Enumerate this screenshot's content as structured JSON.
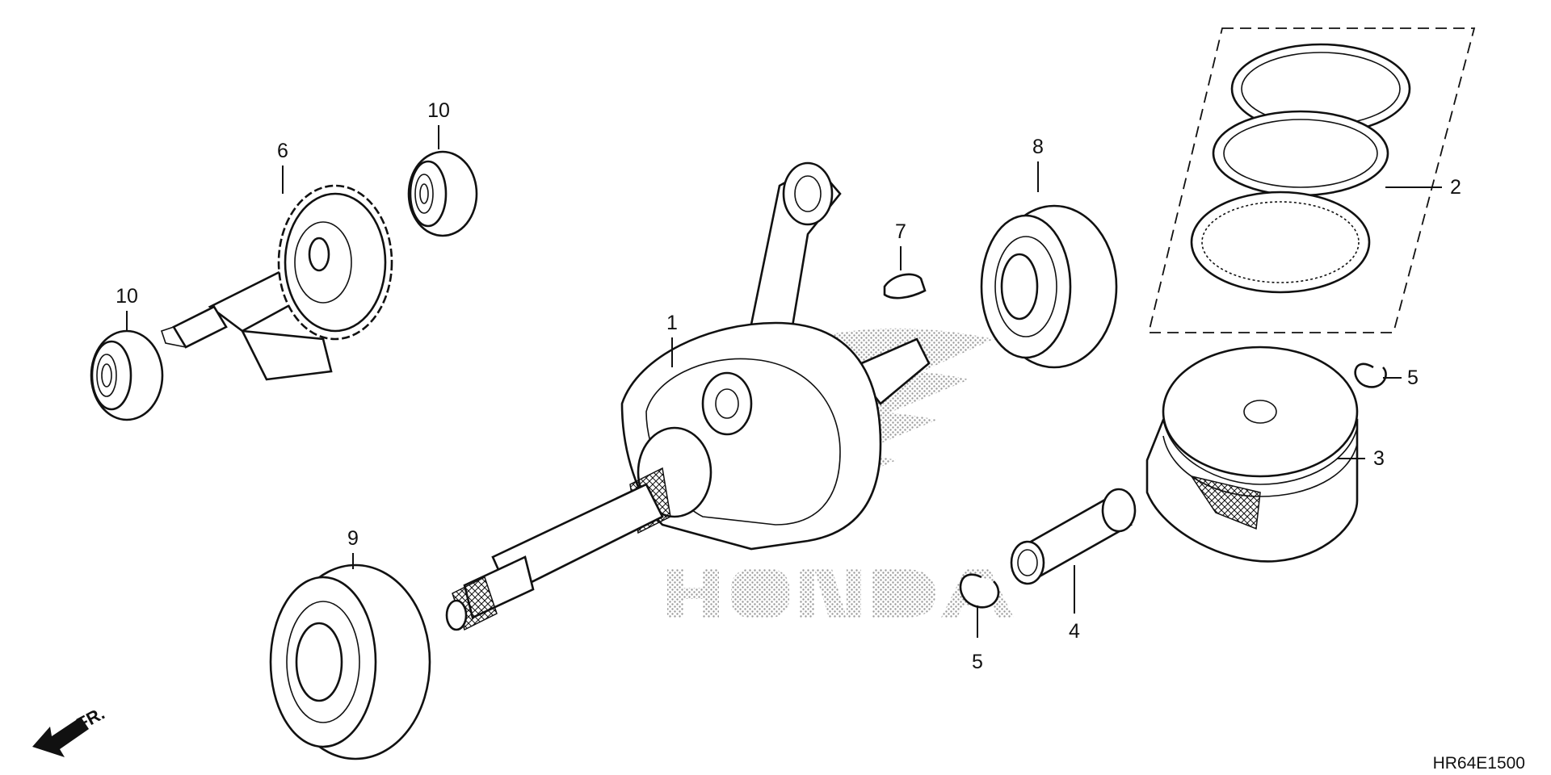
{
  "diagram": {
    "callouts": [
      {
        "id": "c1",
        "label": "1"
      },
      {
        "id": "c2",
        "label": "2"
      },
      {
        "id": "c3",
        "label": "3"
      },
      {
        "id": "c4",
        "label": "4"
      },
      {
        "id": "c5a",
        "label": "5"
      },
      {
        "id": "c5b",
        "label": "5"
      },
      {
        "id": "c6",
        "label": "6"
      },
      {
        "id": "c7",
        "label": "7"
      },
      {
        "id": "c8",
        "label": "8"
      },
      {
        "id": "c9",
        "label": "9"
      },
      {
        "id": "c10a",
        "label": "10"
      },
      {
        "id": "c10b",
        "label": "10"
      }
    ],
    "direction_label": "FR.",
    "diagram_code": "HR64E1500",
    "watermark_text": "HONDA",
    "colors": {
      "ink": "#111111",
      "paper": "#ffffff",
      "watermark": "#9a9a9a"
    }
  }
}
